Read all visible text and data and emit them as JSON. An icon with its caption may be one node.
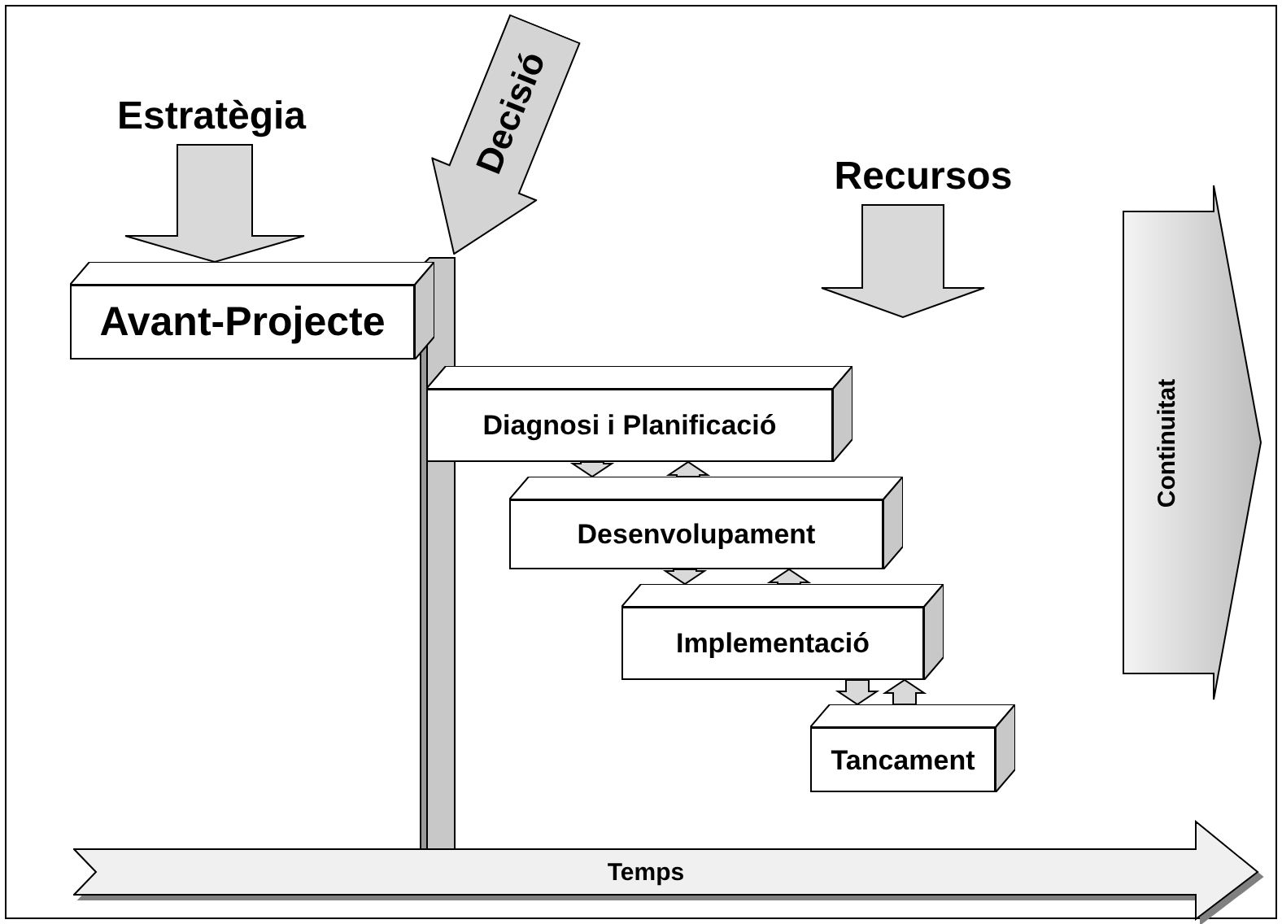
{
  "diagram": {
    "nodes": [
      {
        "text": [
          "Estratègia"
        ]
      },
      {
        "text": [
          "Decisió"
        ]
      },
      {
        "text": [
          "Recursos"
        ]
      },
      {
        "text": [
          "Avant-Projecte"
        ]
      },
      {
        "text": [],
        "shape": "bar"
      },
      {
        "text": [
          "Continuitat"
        ]
      },
      {
        "text": [
          "Diagnosi i Planificació"
        ]
      },
      {
        "text": [
          "Desenvolupament"
        ]
      },
      {
        "text": [
          "Implementació"
        ]
      },
      {
        "text": [
          "Tancament"
        ]
      },
      {
        "text": [
          "Temps"
        ]
      }
    ],
    "edges": [
      {
        "from": 0,
        "to": 3,
        "arrow": "to"
      },
      {
        "from": 2,
        "to": null,
        "arrow": "to"
      },
      {
        "from": 6,
        "to": 7,
        "arrow": "to"
      },
      {
        "from": 7,
        "to": 6,
        "arrow": "to"
      },
      {
        "from": 7,
        "to": 8,
        "arrow": "to"
      },
      {
        "from": 8,
        "to": 7,
        "arrow": "to"
      },
      {
        "from": 8,
        "to": 9,
        "arrow": "to"
      },
      {
        "from": 9,
        "to": 8,
        "arrow": "to"
      }
    ]
  }
}
